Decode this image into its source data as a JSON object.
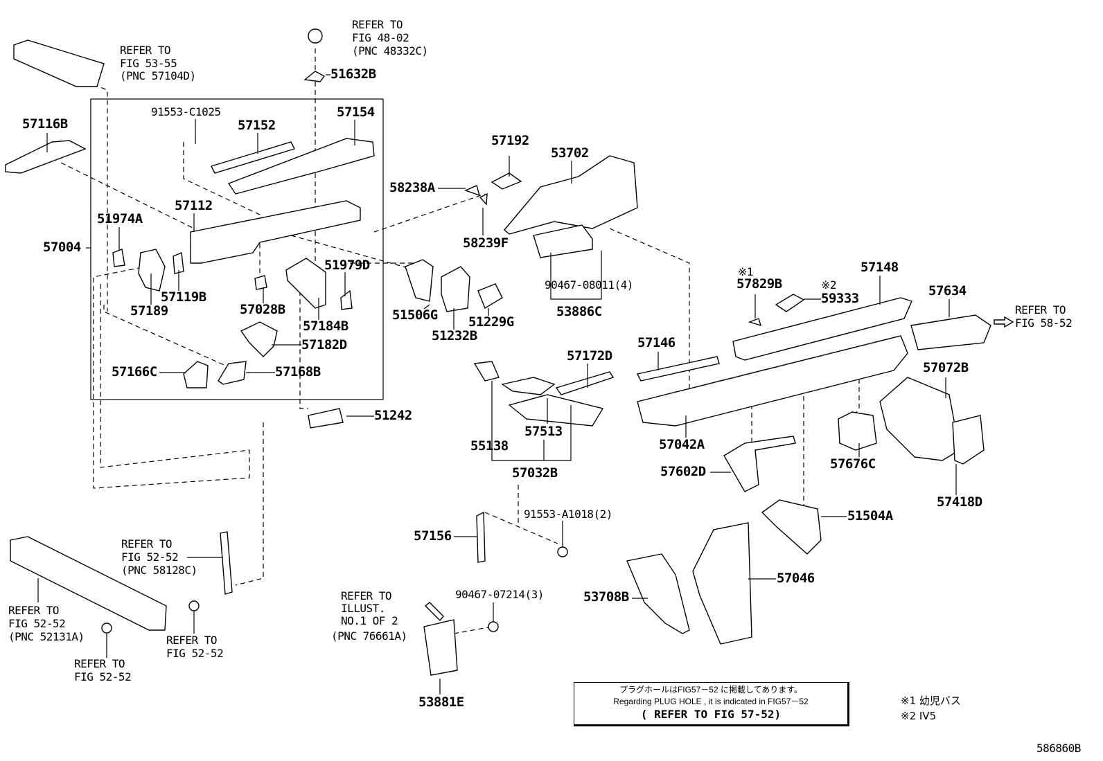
{
  "labels": {
    "ref_53_55": [
      "REFER TO",
      "FIG 53-55",
      "(PNC 57104D)"
    ],
    "ref_48_02": [
      "REFER TO",
      "FIG 48-02",
      "(PNC 48332C)"
    ],
    "p51632B": "51632B",
    "p91553C1025": "91553-C1025",
    "p57152": "57152",
    "p57154": "57154",
    "p57116B": "57116B",
    "p57112": "57112",
    "p51974A": "51974A",
    "p57004": "57004",
    "p51979D": "51979D",
    "p57119B": "57119B",
    "p57028B": "57028B",
    "p57189": "57189",
    "p57184B": "57184B",
    "p57182D": "57182D",
    "p57166C": "57166C",
    "p57168B": "57168B",
    "p51242": "51242",
    "p57192": "57192",
    "p53702": "53702",
    "p58238A": "58238A",
    "p58239F": "58239F",
    "p51506G": "51506G",
    "p51232B": "51232B",
    "p51229G": "51229G",
    "p90467_08011": "90467-08011(4)",
    "p53886C": "53886C",
    "mark1": "※1",
    "p57829B": "57829B",
    "mark2": "※2",
    "p59333": "59333",
    "p57148": "57148",
    "p57634": "57634",
    "ref_58_52": [
      "REFER TO",
      "FIG 58-52"
    ],
    "p57146": "57146",
    "p57172D": "57172D",
    "p57072B": "57072B",
    "p55138": "55138",
    "p57513": "57513",
    "p57032B": "57032B",
    "p57042A": "57042A",
    "p57602D": "57602D",
    "p57676C": "57676C",
    "p57418D": "57418D",
    "p51504A": "51504A",
    "p91553A1018": "91553-A1018(2)",
    "p57156": "57156",
    "p57046": "57046",
    "p53708B": "53708B",
    "ref_58128C": [
      "REFER TO",
      "FIG 52-52",
      "(PNC 58128C)"
    ],
    "ref_52131A": [
      "REFER TO",
      "FIG 52-52",
      "(PNC 52131A)"
    ],
    "ref_52_52_a": [
      "REFER TO",
      "FIG 52-52"
    ],
    "ref_52_52_b": [
      "REFER TO",
      "FIG 52-52"
    ],
    "ref_illust": [
      "REFER TO",
      "ILLUST.",
      "NO.1 OF 2",
      "(PNC 76661A)"
    ],
    "p90467_07214": "90467-07214(3)",
    "p53881E": "53881E"
  },
  "note": {
    "jp": "プラグホールはFIG57－52 に掲載してあります。",
    "en": "Regarding PLUG HOLE , it is indicated in FIG57－52",
    "refer": "( REFER TO FIG 57-52)"
  },
  "footnotes": [
    "※1 幼児バス",
    "※2 IV5"
  ],
  "diagram_id": "586860B"
}
